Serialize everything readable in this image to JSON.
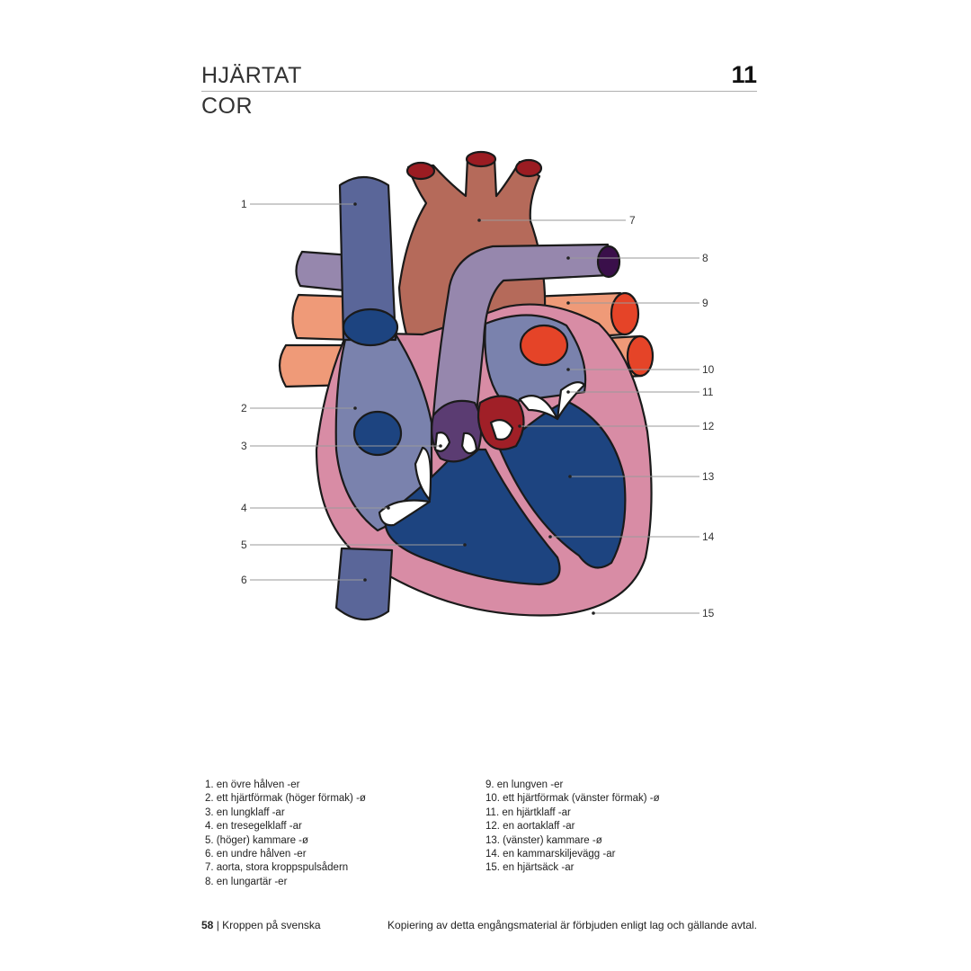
{
  "header": {
    "title": "HJÄRTAT",
    "subtitle": "COR",
    "chapter": "11"
  },
  "diagram": {
    "labels": [
      "1",
      "2",
      "3",
      "4",
      "5",
      "6",
      "7",
      "8",
      "9",
      "10",
      "11",
      "12",
      "13",
      "14",
      "15"
    ],
    "colors": {
      "vein_blue": "#5a6699",
      "atrium_blue": "#7a82ad",
      "ventricle_blue": "#1d4480",
      "aorta": "#b56a5a",
      "aorta_cap": "#9b1c22",
      "pulmonary_artery": "#9687ad",
      "pulmonary_vein": "#ef9a78",
      "pulmonary_vein_cap": "#e54428",
      "pericardium": "#d88ca5",
      "valve": "#ffffff",
      "aortic_valve": "#a01f27",
      "pulmonary_valve": "#5b3c72"
    }
  },
  "legend": {
    "left": [
      "1. en övre hålven -er",
      "2. ett hjärtförmak (höger förmak) -ø",
      "3. en lungklaff -ar",
      "4. en tresegelklaff -ar",
      "5. (höger) kammare -ø",
      "6. en undre hålven -er",
      "7. aorta, stora kroppspulsådern",
      "8. en lungartär -er"
    ],
    "right": [
      "9. en lungven -er",
      "10. ett hjärtförmak (vänster förmak) -ø",
      "11. en hjärtklaff -ar",
      "12. en aortaklaff -ar",
      "13. (vänster) kammare -ø",
      "14. en kammarskiljevägg -ar",
      "15. en hjärtsäck -ar"
    ]
  },
  "footer": {
    "page_number": "58",
    "book_title": "| Kroppen på svenska",
    "notice": "Kopiering av detta engångsmaterial är förbjuden enligt lag och gällande avtal."
  }
}
